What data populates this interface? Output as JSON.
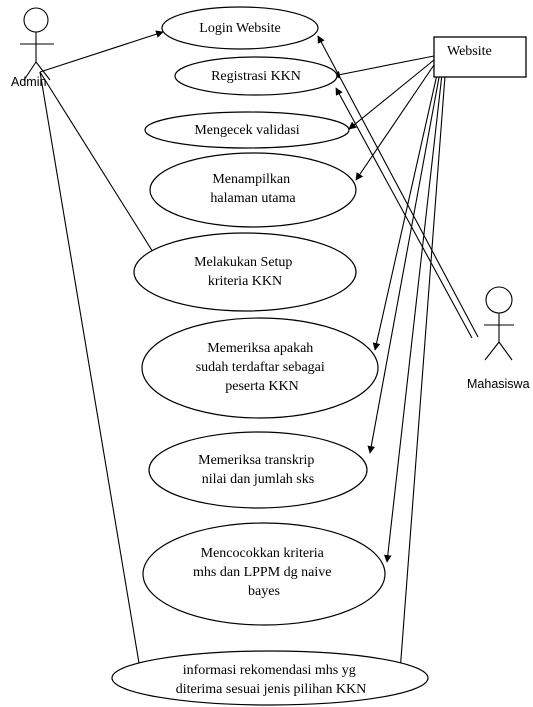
{
  "actors": {
    "admin": {
      "label": "Admin"
    },
    "mahasiswa": {
      "label": "Mahasiswa"
    },
    "website": {
      "label": "Website"
    }
  },
  "use_cases": {
    "login": [
      "Login Website"
    ],
    "registrasi": [
      "Registrasi KKN"
    ],
    "validasi": [
      "Mengecek validasi"
    ],
    "halaman": [
      "Menampilkan",
      "halaman utama"
    ],
    "setup": [
      "Melakukan Setup",
      "kriteria KKN"
    ],
    "terdaftar": [
      "Memeriksa apakah",
      "sudah terdaftar sebagai",
      "peserta KKN"
    ],
    "transkrip": [
      "Memeriksa transkrip",
      "nilai dan jumlah sks"
    ],
    "naive": [
      "Mencocokkan kriteria",
      "mhs dan LPPM dg naive",
      "bayes"
    ],
    "rekomendasi": [
      "informasi rekomendasi mhs yg",
      "diterima sesuai jenis pilihan KKN"
    ]
  }
}
